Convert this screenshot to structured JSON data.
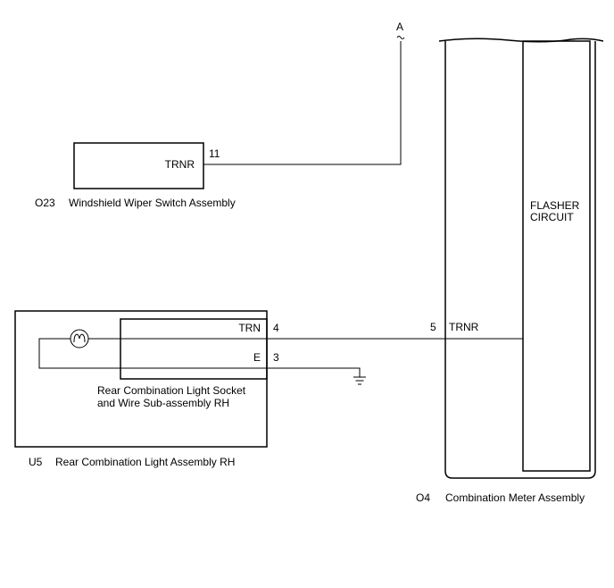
{
  "connector_a": {
    "label": "A"
  },
  "wiper_switch": {
    "code": "O23",
    "name": "Windshield Wiper Switch Assembly",
    "terminal_label": "TRNR",
    "pin": "11"
  },
  "meter": {
    "code": "O4",
    "name": "Combination Meter Assembly",
    "flasher_line1": "FLASHER",
    "flasher_line2": "CIRCUIT",
    "terminal_label": "TRNR",
    "pin": "5"
  },
  "rear_light": {
    "code": "U5",
    "name": "Rear Combination Light Assembly RH",
    "socket_line1": "Rear Combination Light Socket",
    "socket_line2": "and Wire Sub-assembly RH",
    "terminal_trn": "TRN",
    "pin_trn": "4",
    "terminal_e": "E",
    "pin_e": "3"
  }
}
